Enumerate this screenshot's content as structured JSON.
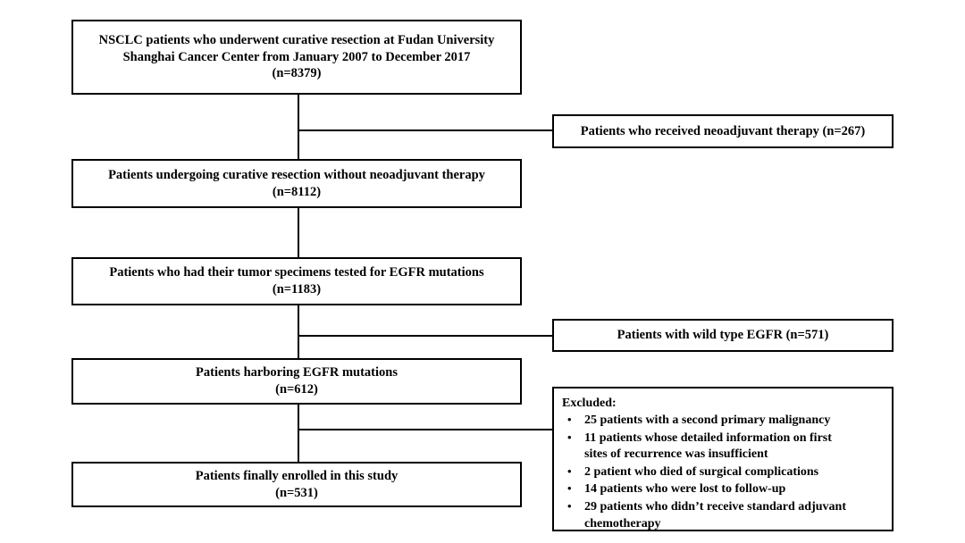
{
  "chart_data": {
    "type": "diagram",
    "title": "CONSORT-style patient selection flow diagram",
    "nodes": [
      {
        "id": "node-source-cohort",
        "kind": "main",
        "lines": [
          "NSCLC patients who underwent curative resection at Fudan University",
          "Shanghai Cancer Center from January 2007 to December 2017",
          "(n=8379)"
        ],
        "n": 8379
      },
      {
        "id": "node-neoadjuvant-excluded",
        "kind": "side",
        "lines": [
          "Patients who received neoadjuvant therapy (n=267)"
        ],
        "n": 267
      },
      {
        "id": "node-no-neoadjuvant",
        "kind": "main",
        "lines": [
          "Patients undergoing curative resection without neoadjuvant therapy",
          "(n=8112)"
        ],
        "n": 8112
      },
      {
        "id": "node-egfr-tested",
        "kind": "main",
        "lines": [
          "Patients who had their tumor specimens tested for EGFR mutations",
          "(n=1183)"
        ],
        "n": 1183
      },
      {
        "id": "node-wild-type-excluded",
        "kind": "side",
        "lines": [
          "Patients with wild type EGFR (n=571)"
        ],
        "n": 571
      },
      {
        "id": "node-egfr-mutant",
        "kind": "main",
        "lines": [
          "Patients harboring EGFR mutations",
          "(n=612)"
        ],
        "n": 612
      },
      {
        "id": "node-excluded-list",
        "kind": "side-list",
        "title": "Excluded:",
        "items": [
          "25 patients with a second primary malignancy",
          "11 patients whose detailed information on first sites of recurrence was insufficient",
          "2 patient who died of surgical complications",
          "14 patients who were lost to follow-up",
          "29 patients who didn’t receive standard adjuvant chemotherapy"
        ],
        "counts": [
          25,
          11,
          2,
          14,
          29
        ]
      },
      {
        "id": "node-final-enrolled",
        "kind": "main",
        "lines": [
          "Patients finally enrolled in this study",
          "(n=531)"
        ],
        "n": 531
      }
    ]
  },
  "boxes": {
    "source_cohort": {
      "line1": "NSCLC patients who underwent curative resection at Fudan University",
      "line2": "Shanghai Cancer Center from January 2007 to December 2017",
      "line3": "(n=8379)"
    },
    "neoadjuvant_excluded": {
      "line1": "Patients who received neoadjuvant therapy (n=267)"
    },
    "no_neoadjuvant": {
      "line1": "Patients undergoing curative resection without neoadjuvant therapy",
      "line2": "(n=8112)"
    },
    "egfr_tested": {
      "line1": "Patients who had their tumor specimens tested for EGFR mutations",
      "line2": "(n=1183)"
    },
    "wild_type_excluded": {
      "line1": "Patients with wild type EGFR (n=571)"
    },
    "egfr_mutant": {
      "line1": "Patients harboring EGFR mutations",
      "line2": "(n=612)"
    },
    "excluded_list": {
      "title": "Excluded:",
      "bullet_glyph": "•",
      "item1_a": "25 patients with a second primary malignancy",
      "item2_a": "11 patients whose detailed information on first",
      "item2_b": "sites of recurrence was insufficient",
      "item3_a": "2 patient who died of surgical complications",
      "item4_a": "14 patients who were lost to follow-up",
      "item5_a": "29 patients who didn’t receive standard adjuvant",
      "item5_b": "chemotherapy"
    },
    "final_enrolled": {
      "line1": "Patients finally enrolled in this study",
      "line2": "(n=531)"
    }
  },
  "colors": {
    "border": "#000000",
    "background": "#ffffff",
    "text": "#000000"
  }
}
